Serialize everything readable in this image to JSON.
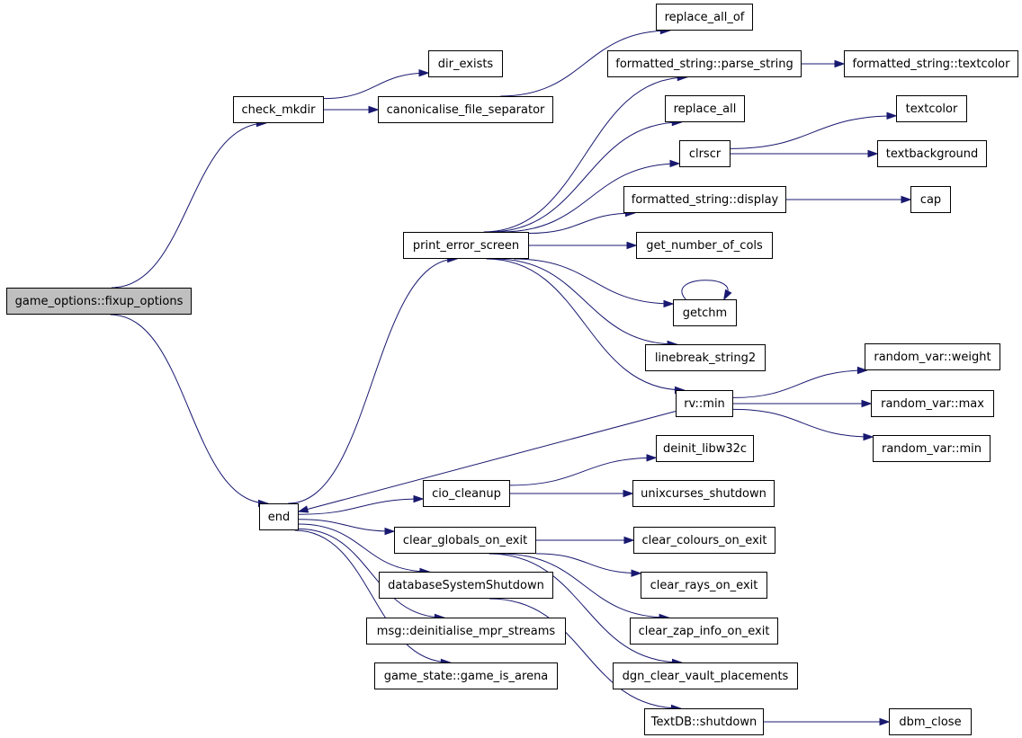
{
  "colors": {
    "edge": "#191970",
    "root_fill": "#bfbfbf",
    "node_fill": "#ffffff",
    "border": "#000000"
  },
  "nodes": {
    "root": "game_options::fixup_options",
    "check_mkdir": "check_mkdir",
    "dir_exists": "dir_exists",
    "canonicalise": "canonicalise_file_separator",
    "replace_all_of": "replace_all_of",
    "parse_string": "formatted_string::parse_string",
    "fs_textcolor": "formatted_string::textcolor",
    "replace_all": "replace_all",
    "textcolor": "textcolor",
    "clrscr": "clrscr",
    "textbackground": "textbackground",
    "fs_display": "formatted_string::display",
    "cap": "cap",
    "print_error_screen": "print_error_screen",
    "get_number_of_cols": "get_number_of_cols",
    "getchm": "getchm",
    "linebreak_string2": "linebreak_string2",
    "rv_weight": "random_var::weight",
    "rv_min": "rv::min",
    "rvar_max": "random_var::max",
    "rvar_min": "random_var::min",
    "deinit_libw32c": "deinit_libw32c",
    "cio_cleanup": "cio_cleanup",
    "unixcurses_shutdown": "unixcurses_shutdown",
    "end": "end",
    "clear_globals": "clear_globals_on_exit",
    "clear_colours": "clear_colours_on_exit",
    "db_shutdown": "databaseSystemShutdown",
    "clear_rays": "clear_rays_on_exit",
    "msg_deinit": "msg::deinitialise_mpr_streams",
    "clear_zap": "clear_zap_info_on_exit",
    "dgn_clear": "dgn_clear_vault_placements",
    "game_is_arena": "game_state::game_is_arena",
    "textdb_shutdown": "TextDB::shutdown",
    "dbm_close": "dbm_close"
  },
  "edges": [
    [
      "root",
      "check_mkdir"
    ],
    [
      "root",
      "end"
    ],
    [
      "check_mkdir",
      "dir_exists"
    ],
    [
      "check_mkdir",
      "canonicalise"
    ],
    [
      "canonicalise",
      "replace_all_of"
    ],
    [
      "parse_string",
      "fs_textcolor"
    ],
    [
      "clrscr",
      "textcolor"
    ],
    [
      "clrscr",
      "textbackground"
    ],
    [
      "fs_display",
      "cap"
    ],
    [
      "print_error_screen",
      "parse_string"
    ],
    [
      "print_error_screen",
      "replace_all"
    ],
    [
      "print_error_screen",
      "clrscr"
    ],
    [
      "print_error_screen",
      "fs_display"
    ],
    [
      "print_error_screen",
      "get_number_of_cols"
    ],
    [
      "print_error_screen",
      "getchm"
    ],
    [
      "print_error_screen",
      "linebreak_string2"
    ],
    [
      "print_error_screen",
      "rv_min"
    ],
    [
      "getchm",
      "getchm"
    ],
    [
      "rv_min",
      "rv_weight"
    ],
    [
      "rv_min",
      "rvar_max"
    ],
    [
      "rv_min",
      "rvar_min"
    ],
    [
      "rv_min",
      "end"
    ],
    [
      "end",
      "print_error_screen"
    ],
    [
      "end",
      "cio_cleanup"
    ],
    [
      "end",
      "clear_globals"
    ],
    [
      "end",
      "db_shutdown"
    ],
    [
      "end",
      "msg_deinit"
    ],
    [
      "end",
      "game_is_arena"
    ],
    [
      "cio_cleanup",
      "deinit_libw32c"
    ],
    [
      "cio_cleanup",
      "unixcurses_shutdown"
    ],
    [
      "clear_globals",
      "clear_colours"
    ],
    [
      "clear_globals",
      "clear_rays"
    ],
    [
      "clear_globals",
      "clear_zap"
    ],
    [
      "clear_globals",
      "dgn_clear"
    ],
    [
      "db_shutdown",
      "textdb_shutdown"
    ],
    [
      "textdb_shutdown",
      "dbm_close"
    ]
  ]
}
